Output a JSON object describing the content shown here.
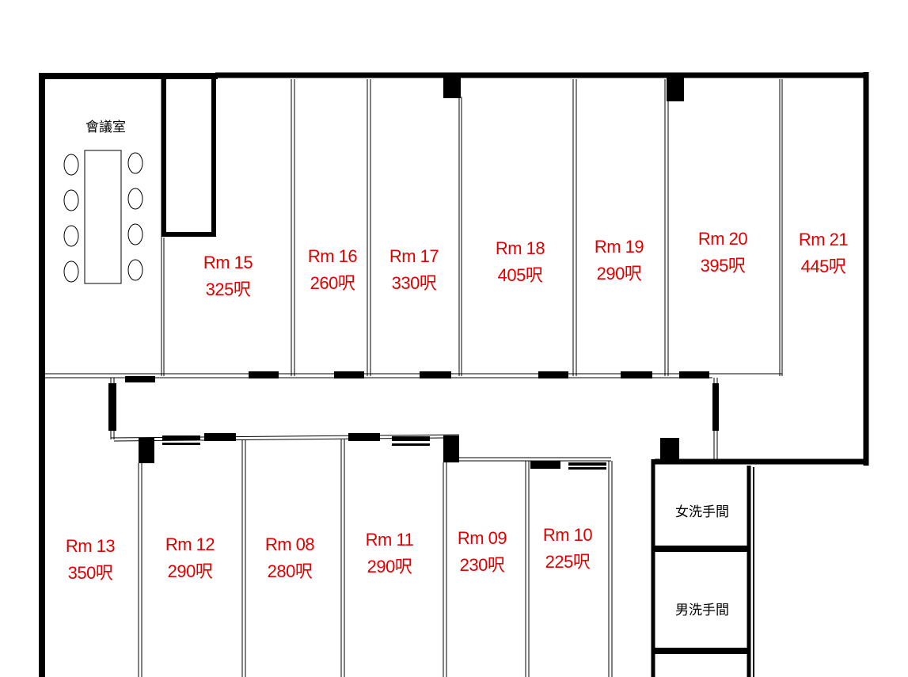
{
  "plan": {
    "meeting_room": {
      "label": "會議室"
    },
    "womens_washroom": {
      "label": "女洗手間"
    },
    "mens_washroom": {
      "label": "男洗手間"
    },
    "rooms": [
      {
        "id": "rm15",
        "name": "Rm 15",
        "area": "325呎"
      },
      {
        "id": "rm16",
        "name": "Rm 16",
        "area": "260呎"
      },
      {
        "id": "rm17",
        "name": "Rm 17",
        "area": "330呎"
      },
      {
        "id": "rm18",
        "name": "Rm 18",
        "area": "405呎"
      },
      {
        "id": "rm19",
        "name": "Rm 19",
        "area": "290呎"
      },
      {
        "id": "rm20",
        "name": "Rm 20",
        "area": "395呎"
      },
      {
        "id": "rm21",
        "name": "Rm 21",
        "area": "445呎"
      },
      {
        "id": "rm13",
        "name": "Rm 13",
        "area": "350呎"
      },
      {
        "id": "rm12",
        "name": "Rm 12",
        "area": "290呎"
      },
      {
        "id": "rm08",
        "name": "Rm 08",
        "area": "280呎"
      },
      {
        "id": "rm11",
        "name": "Rm 11",
        "area": "290呎"
      },
      {
        "id": "rm09",
        "name": "Rm 09",
        "area": "230呎"
      },
      {
        "id": "rm10",
        "name": "Rm 10",
        "area": "225呎"
      }
    ],
    "colors": {
      "wall": "#000000",
      "label": "#e00000",
      "background": "#ffffff"
    }
  }
}
